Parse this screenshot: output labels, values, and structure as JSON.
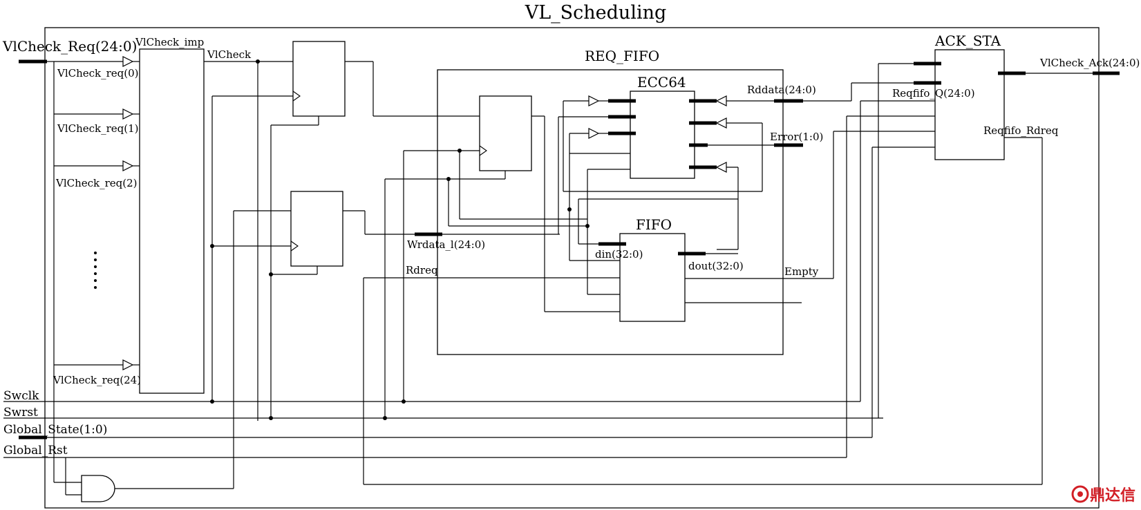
{
  "title": "VL_Scheduling",
  "blocks": {
    "req_fifo": "REQ_FIFO",
    "ecc": "ECC64",
    "fifo": "FIFO",
    "ack_sta": "ACK_STA",
    "vlcheck_imp": "VlCheck_imp"
  },
  "inputs": {
    "vlcheck_req_bus": "VlCheck_Req(24:0)",
    "swclk": "Swclk",
    "swrst": "Swrst",
    "global_state": "Global_State(1:0)",
    "global_rst": "Global_Rst"
  },
  "request_lines": [
    "VlCheck_req(0)",
    "VlCheck_req(1)",
    "VlCheck_req(2)",
    "VlCheck_req(24)"
  ],
  "ellipsis": "⋮",
  "signals": {
    "vlcheck": "VlCheck",
    "rddata": "Rddata(24:0)",
    "error": "Error(1:0)",
    "reqfifo_q": "Reqfifo_Q(24:0)",
    "reqfifo_rdreq": "Reqfifo_Rdreq",
    "wrdata": "Wrdata_l(24:0)",
    "rdreq": "Rdreq",
    "din": "din(32:0)",
    "dout": "dout(32:0)",
    "empty": "Empty"
  },
  "outputs": {
    "vlcheck_ack": "VlCheck_Ack(24:0)"
  },
  "logo": {
    "text": "鼎达信",
    "color": "#d21f26"
  }
}
